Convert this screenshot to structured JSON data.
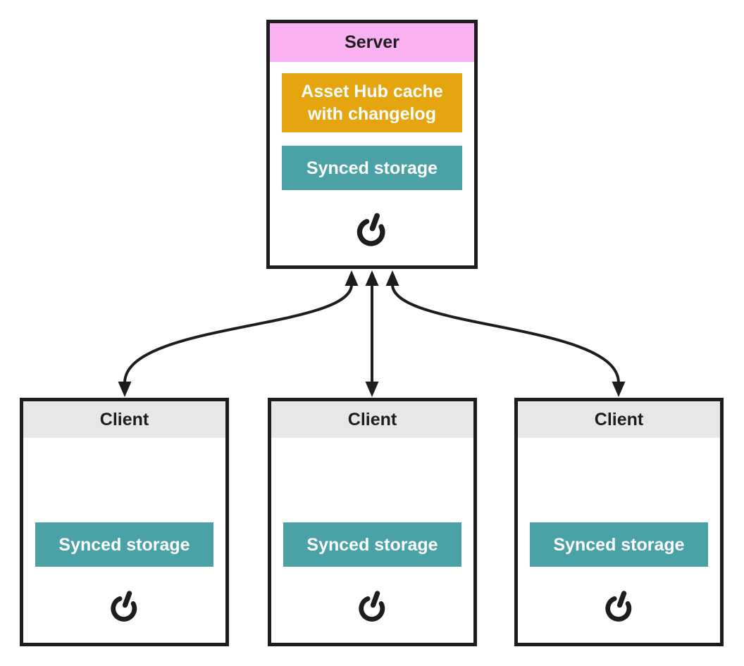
{
  "colors": {
    "ink": "#1d1d1d",
    "canvas-bg": "#ffffff",
    "node-bg": "#ffffff",
    "server-header-bg": "#f9b1f2",
    "client-header-bg": "#e7e7e7",
    "asset-hub-bg": "#e5a50f",
    "synced-bg": "#4aa2a6",
    "module-text": "#ffffff"
  },
  "server": {
    "title": "Server",
    "modules": {
      "asset_hub": "Asset Hub cache with changelog",
      "synced_storage": "Synced storage"
    }
  },
  "clients": [
    {
      "title": "Client",
      "modules": {
        "synced_storage": "Synced storage"
      }
    },
    {
      "title": "Client",
      "modules": {
        "synced_storage": "Synced storage"
      }
    },
    {
      "title": "Client",
      "modules": {
        "synced_storage": "Synced storage"
      }
    }
  ],
  "icons": {
    "power": "power-icon"
  },
  "edges": [
    {
      "from": "server",
      "to": "client-1",
      "bidirectional": true,
      "style": "curved"
    },
    {
      "from": "server",
      "to": "client-2",
      "bidirectional": true,
      "style": "straight"
    },
    {
      "from": "server",
      "to": "client-3",
      "bidirectional": true,
      "style": "curved"
    }
  ]
}
